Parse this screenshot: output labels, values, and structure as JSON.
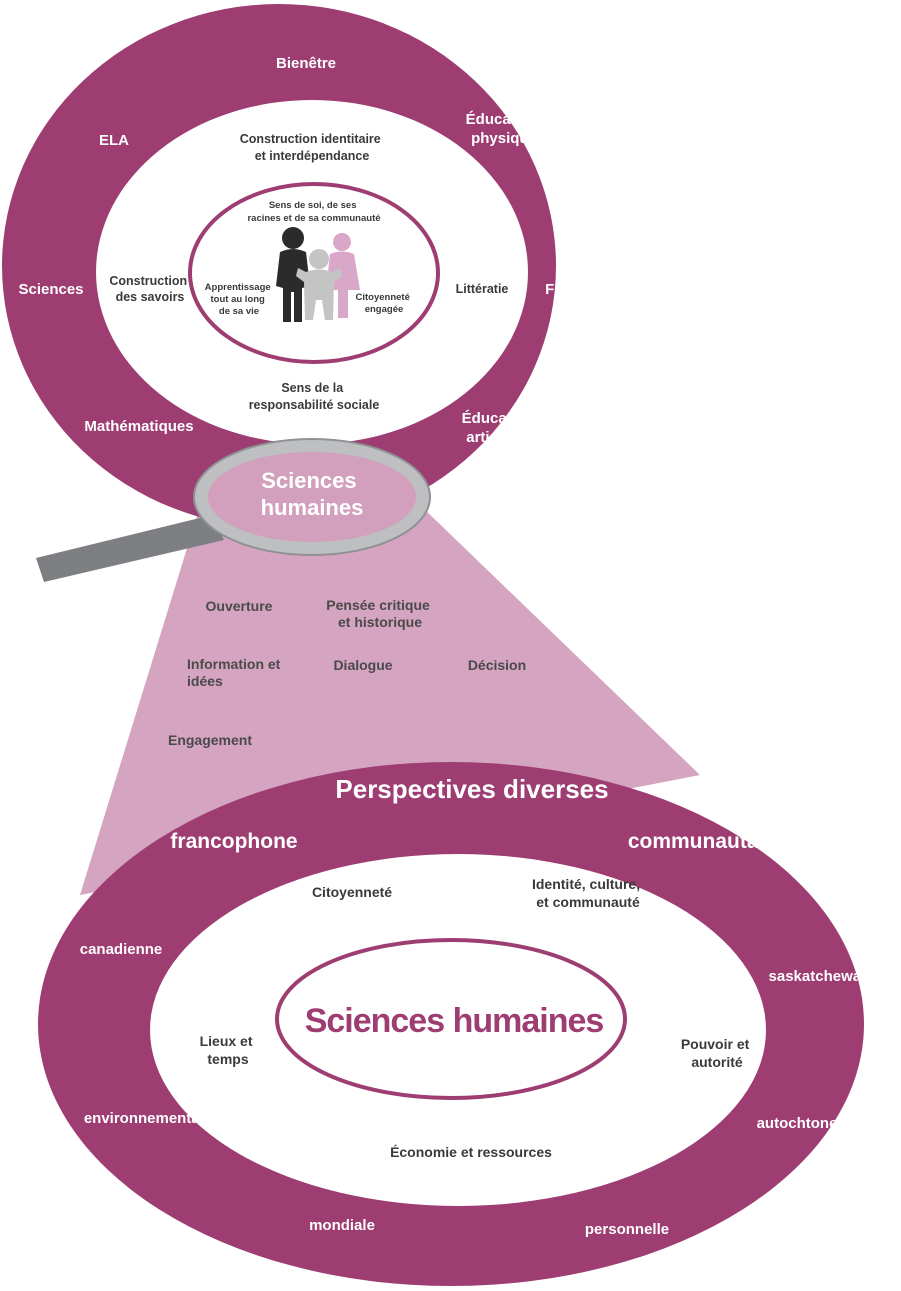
{
  "colors": {
    "plum": "#9e3d72",
    "pink_beam": "#d4a4c0",
    "lens": "#d2a0bd",
    "handle": "#7d7f82",
    "rim": "#bdbfc1",
    "figure_dark": "#2b2b2b",
    "figure_light": "#c4c4c4",
    "figure_pink": "#d9a7c7"
  },
  "top_circle": {
    "subjects": {
      "bienetre": "Bienêtre",
      "ela": "ELA",
      "education_physique": [
        "Éducation",
        "physique"
      ],
      "sciences": "Sciences",
      "francais": "Français",
      "mathematiques": "Mathématiques",
      "education_artistique": [
        "Éducation",
        "artistique"
      ]
    },
    "middle": {
      "construction_identitaire": [
        "Construction identitaire",
        "et interdépendance"
      ],
      "construction_savoirs": [
        "Construction",
        "des savoirs"
      ],
      "litteratie": "Littératie",
      "responsabilite": [
        "Sens de la",
        "responsabilité sociale"
      ]
    },
    "core": {
      "sens_de_soi": [
        "Sens de soi, de ses",
        "racines et de sa communauté"
      ],
      "apprentissage": [
        "Apprentissage",
        "tout au long",
        "de sa vie"
      ],
      "citoyennete": [
        "Citoyenneté",
        "engagée"
      ]
    }
  },
  "magnifier": {
    "label": [
      "Sciences",
      "humaines"
    ]
  },
  "competencies": {
    "ouverture": "Ouverture",
    "pensee": [
      "Pensée critique",
      "et historique"
    ],
    "information": [
      "Information et",
      "idées"
    ],
    "dialogue": "Dialogue",
    "decision": "Décision",
    "engagement": "Engagement"
  },
  "bottom_circle": {
    "title": "Perspectives diverses",
    "perspectives": {
      "francophone": "francophone",
      "communautaire": "communautaire",
      "canadienne": "canadienne",
      "saskatchewanaise": "saskatchewanaise",
      "environnementale": "environnementale",
      "autochtone": "autochtone",
      "mondiale": "mondiale",
      "personnelle": "personnelle"
    },
    "themes": {
      "citoyennete": "Citoyenneté",
      "identite": [
        "Identité, culture,",
        "et communauté"
      ],
      "lieux": [
        "Lieux et",
        "temps"
      ],
      "pouvoir": [
        "Pouvoir et",
        "autorité"
      ],
      "economie": "Économie et ressources"
    },
    "center_label": "Sciences humaines"
  }
}
